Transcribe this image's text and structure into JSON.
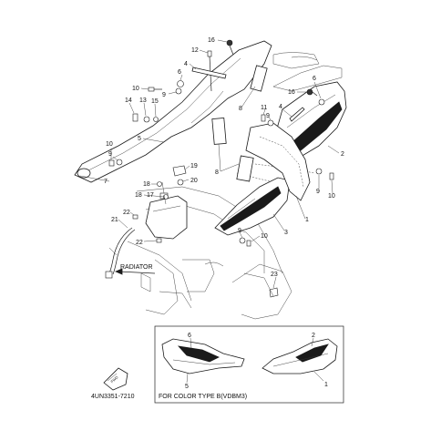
{
  "diagram": {
    "part_numbers": [
      {
        "id": "p16a",
        "text": "16"
      },
      {
        "id": "p12",
        "text": "12"
      },
      {
        "id": "p4a",
        "text": "4"
      },
      {
        "id": "p6a",
        "text": "6"
      },
      {
        "id": "p10a",
        "text": "10"
      },
      {
        "id": "p9a",
        "text": "9"
      },
      {
        "id": "p14",
        "text": "14"
      },
      {
        "id": "p13",
        "text": "13"
      },
      {
        "id": "p15",
        "text": "15"
      },
      {
        "id": "p8a",
        "text": "8"
      },
      {
        "id": "p5a",
        "text": "5"
      },
      {
        "id": "p10b",
        "text": "10"
      },
      {
        "id": "p9b",
        "text": "9"
      },
      {
        "id": "p7",
        "text": "7"
      },
      {
        "id": "p16b",
        "text": "16"
      },
      {
        "id": "p6b",
        "text": "6"
      },
      {
        "id": "p11",
        "text": "11"
      },
      {
        "id": "p4b",
        "text": "4"
      },
      {
        "id": "p9c",
        "text": "9"
      },
      {
        "id": "p2a",
        "text": "2"
      },
      {
        "id": "p19",
        "text": "19"
      },
      {
        "id": "p20",
        "text": "20"
      },
      {
        "id": "p8b",
        "text": "8"
      },
      {
        "id": "p18a",
        "text": "18"
      },
      {
        "id": "p18b",
        "text": "18"
      },
      {
        "id": "p17",
        "text": "17"
      },
      {
        "id": "p22a",
        "text": "22"
      },
      {
        "id": "p21",
        "text": "21"
      },
      {
        "id": "p22b",
        "text": "22"
      },
      {
        "id": "p9d",
        "text": "9"
      },
      {
        "id": "p10c",
        "text": "10"
      },
      {
        "id": "p3",
        "text": "3"
      },
      {
        "id": "p1a",
        "text": "1"
      },
      {
        "id": "p9e",
        "text": "9"
      },
      {
        "id": "p10d",
        "text": "10"
      },
      {
        "id": "p23",
        "text": "23"
      },
      {
        "id": "p6c",
        "text": "6"
      },
      {
        "id": "p5b",
        "text": "5"
      },
      {
        "id": "p2b",
        "text": "2"
      },
      {
        "id": "p1b",
        "text": "1"
      }
    ],
    "radiator_label": "RADIATOR",
    "color_type_note": "FOR  COLOR  TYPE B(VDBM3)",
    "fwd_label": "FWD",
    "catalog_code": "4UN3351-7210"
  }
}
